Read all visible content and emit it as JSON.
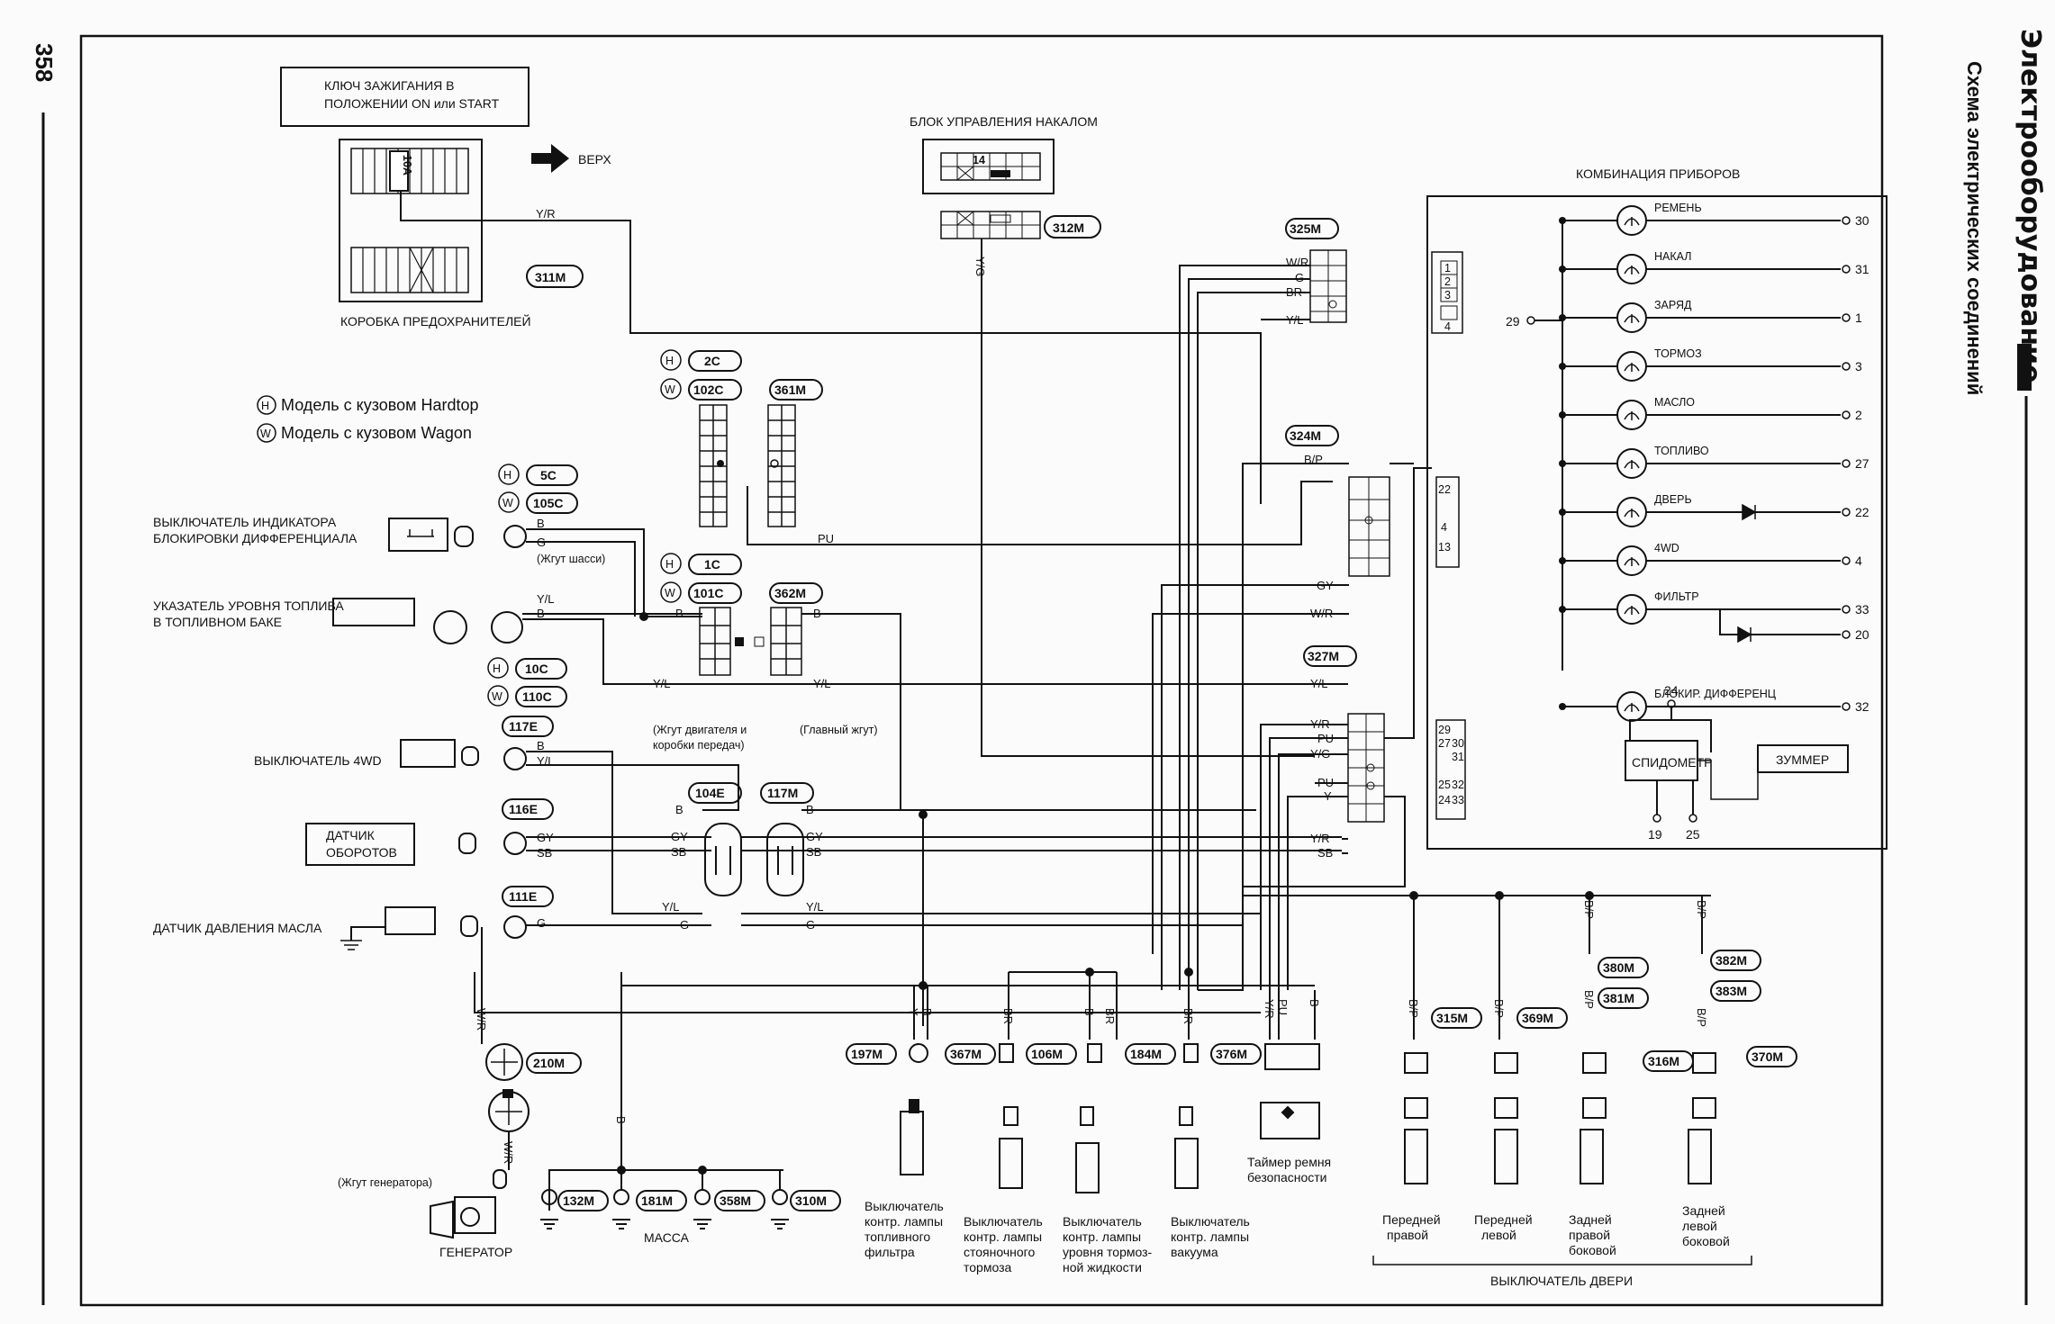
{
  "page_number": "358",
  "side_title": "Электрооборудование",
  "side_subtitle": "Схема электрических соединений",
  "fuse_box": {
    "header": [
      "КЛЮЧ ЗАЖИГАНИЯ В",
      "ПОЛОЖЕНИИ ON или START"
    ],
    "fuse": "10A",
    "label": "КОРОБКА ПРЕДОХРАНИТЕЛЕЙ",
    "conn": "311M",
    "wire": "Y/R"
  },
  "up_label": "ВЕРХ",
  "glow_unit": {
    "label": "БЛОК УПРАВЛЕНИЯ НАКАЛОМ",
    "pin": "14",
    "conn": "312M",
    "wire": "Y/G"
  },
  "legend": {
    "h": "Модель с кузовом Hardtop",
    "w": "Модель с кузовом Wagon",
    "h_sym": "H",
    "w_sym": "W"
  },
  "connectors": {
    "c2c": "2C",
    "c102c": "102C",
    "c361m": "361M",
    "c1c": "1C",
    "c101c": "101C",
    "c362m": "362M",
    "c5c": "5C",
    "c105c": "105C",
    "c10c": "10C",
    "c110c": "110C",
    "c117e": "117E",
    "c116e": "116E",
    "c111e": "111E",
    "c104e": "104E",
    "c117m": "117M",
    "c325m": "325M",
    "c324m": "324M",
    "c327m": "327M",
    "c210m": "210M",
    "c197m": "197M",
    "c367m": "367M",
    "c106m": "106M",
    "c184m": "184M",
    "c376m": "376M",
    "c315m": "315M",
    "c369m": "369M",
    "c380m": "380M",
    "c381m": "381M",
    "c316m": "316M",
    "c382m": "382M",
    "c383m": "383M",
    "c370m": "370M",
    "c132m": "132M",
    "c181m": "181M",
    "c358m": "358M",
    "c310m": "310M"
  },
  "components": {
    "diff_lock_switch": [
      "ВЫКЛЮЧАТЕЛЬ ИНДИКАТОРА",
      "БЛОКИРОВКИ ДИФФЕРЕНЦИАЛА"
    ],
    "chassis_harness": "(Жгут шасси)",
    "fuel_gauge": [
      "УКАЗАТЕЛЬ УРОВНЯ ТОПЛИВА",
      "В ТОПЛИВНОМ БАКЕ"
    ],
    "switch_4wd": "ВЫКЛЮЧАТЕЛЬ 4WD",
    "speed_sensor": [
      "ДАТЧИК",
      "ОБОРОТОВ"
    ],
    "oil_sensor": "ДАТЧИК ДАВЛЕНИЯ МАСЛА",
    "engine_harness": [
      "(Жгут двигателя и",
      "коробки передач)"
    ],
    "main_harness": "(Главный жгут)",
    "gen_harness": "(Жгут генератора)",
    "generator": "ГЕНЕРАТОР",
    "ground": "МАССА",
    "belt_timer": [
      "Таймер ремня",
      "безопасности"
    ],
    "sw_fuel_filter": [
      "Выключатель",
      "контр. лампы",
      "топливного",
      "фильтра"
    ],
    "sw_parking": [
      "Выключатель",
      "контр. лампы",
      "стояночного",
      "тормоза"
    ],
    "sw_brake_fluid": [
      "Выключатель",
      "контр. лампы",
      "уровня тормоз-",
      "ной жидкости"
    ],
    "sw_vacuum": [
      "Выключатель",
      "контр. лампы",
      "вакуума"
    ],
    "door_fr": [
      "Передней",
      "правой"
    ],
    "door_fl": [
      "Передней",
      "левой"
    ],
    "door_rr": [
      "Задней",
      "правой",
      "боковой"
    ],
    "door_rl": [
      "Задней",
      "левой",
      "боковой"
    ],
    "door_switch": "ВЫКЛЮЧАТЕЛЬ ДВЕРИ"
  },
  "cluster": {
    "title": "КОМБИНАЦИЯ ПРИБОРОВ",
    "common_pin": "29",
    "lamps": [
      {
        "name": "РЕМЕНЬ",
        "pin": "30"
      },
      {
        "name": "НАКАЛ",
        "pin": "31"
      },
      {
        "name": "ЗАРЯД",
        "pin": "1"
      },
      {
        "name": "ТОРМОЗ",
        "pin": "3"
      },
      {
        "name": "МАСЛО",
        "pin": "2"
      },
      {
        "name": "ТОПЛИВО",
        "pin": "27"
      },
      {
        "name": "ДВЕРЬ",
        "pin": "22"
      },
      {
        "name": "4WD",
        "pin": "4"
      },
      {
        "name": "ФИЛЬТР",
        "pin": "33"
      },
      {
        "name": "",
        "pin": "20"
      },
      {
        "name": "БЛОКИР. ДИФФЕРЕНЦ",
        "pin": "32"
      }
    ],
    "speedometer": "СПИДОМЕТР",
    "buzzer": "ЗУММЕР",
    "pin24": "24",
    "pin19": "19",
    "pin25": "25",
    "conn_a": [
      "1",
      "2",
      "3",
      "4"
    ],
    "conn_b": [
      "22",
      "4",
      "13"
    ],
    "conn_c": [
      "29",
      "27",
      "30",
      "31",
      "25",
      "32",
      "24",
      "33"
    ]
  },
  "wires": {
    "b": "B",
    "g": "G",
    "yl": "Y/L",
    "gy": "GY",
    "sb": "SB",
    "pu": "PU",
    "wr": "W/R",
    "br": "BR",
    "bp": "B/P",
    "yr": "Y/R",
    "yg": "Y/G",
    "y": "Y"
  }
}
